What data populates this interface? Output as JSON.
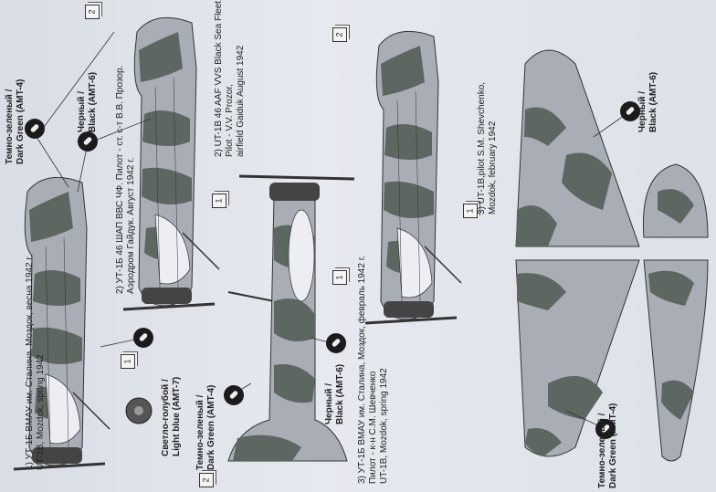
{
  "colors": {
    "paper": "#dfe3ea",
    "light_grey": "#a9adb6",
    "dark_green": "#5b6760",
    "black": "#1b1b1b",
    "light_blue": "#e9ecf2"
  },
  "callouts": {
    "dark_green_1": {
      "ru": "Темно-зеленый /",
      "en": "Dark Green (AMT-4)"
    },
    "black_1": {
      "ru": "Черный /",
      "en": "Black (AMT-6)"
    },
    "light_blue": {
      "ru": "Светло-голубой /",
      "en": "Light blue (AMT-7)"
    },
    "dark_green_2": {
      "ru": "Темно-зеленый /",
      "en": "Dark Green (AMT-4)"
    },
    "black_2": {
      "ru": "Черный /",
      "en": "Black (AMT-6)"
    },
    "black_3": {
      "ru": "Черный /",
      "en": "Black (AMT-6)"
    },
    "dark_green_3": {
      "ru": "Темно-зеленый /",
      "en": "Dark Green (AMT-4)"
    }
  },
  "captions": {
    "c1": [
      "1) УТ-1Б ВМАУ им. Сталина, Моздок, весна 1942 г.",
      "UT-1B, Mozdok, spring 1942"
    ],
    "c2ru": [
      "2) УТ-1Б 46 ШАП ВВС ЧФ. Пилот - ст. с-т В.В. Прозор.",
      "Аэродром Гайдук. Август 1942 г."
    ],
    "c2en": [
      "2) UT-1B 46 AAF VVS Black Sea Fleet,",
      "Pilot - V.V. Prozor,",
      "airfield Gaiduk August 1942"
    ],
    "c3ru": [
      "3) УТ-1Б ВМАУ им. Сталина, Моздок, февраль 1942 г.",
      "Пилот - к-н С.М. Шевченко",
      "UT-1B, Mozdok, spring 1942"
    ],
    "c3en": [
      "3) UT-1B,pilot S.M. Shevchenko,",
      "Mozdok, february 1942"
    ]
  },
  "decal_numbers": [
    "1",
    "2"
  ]
}
